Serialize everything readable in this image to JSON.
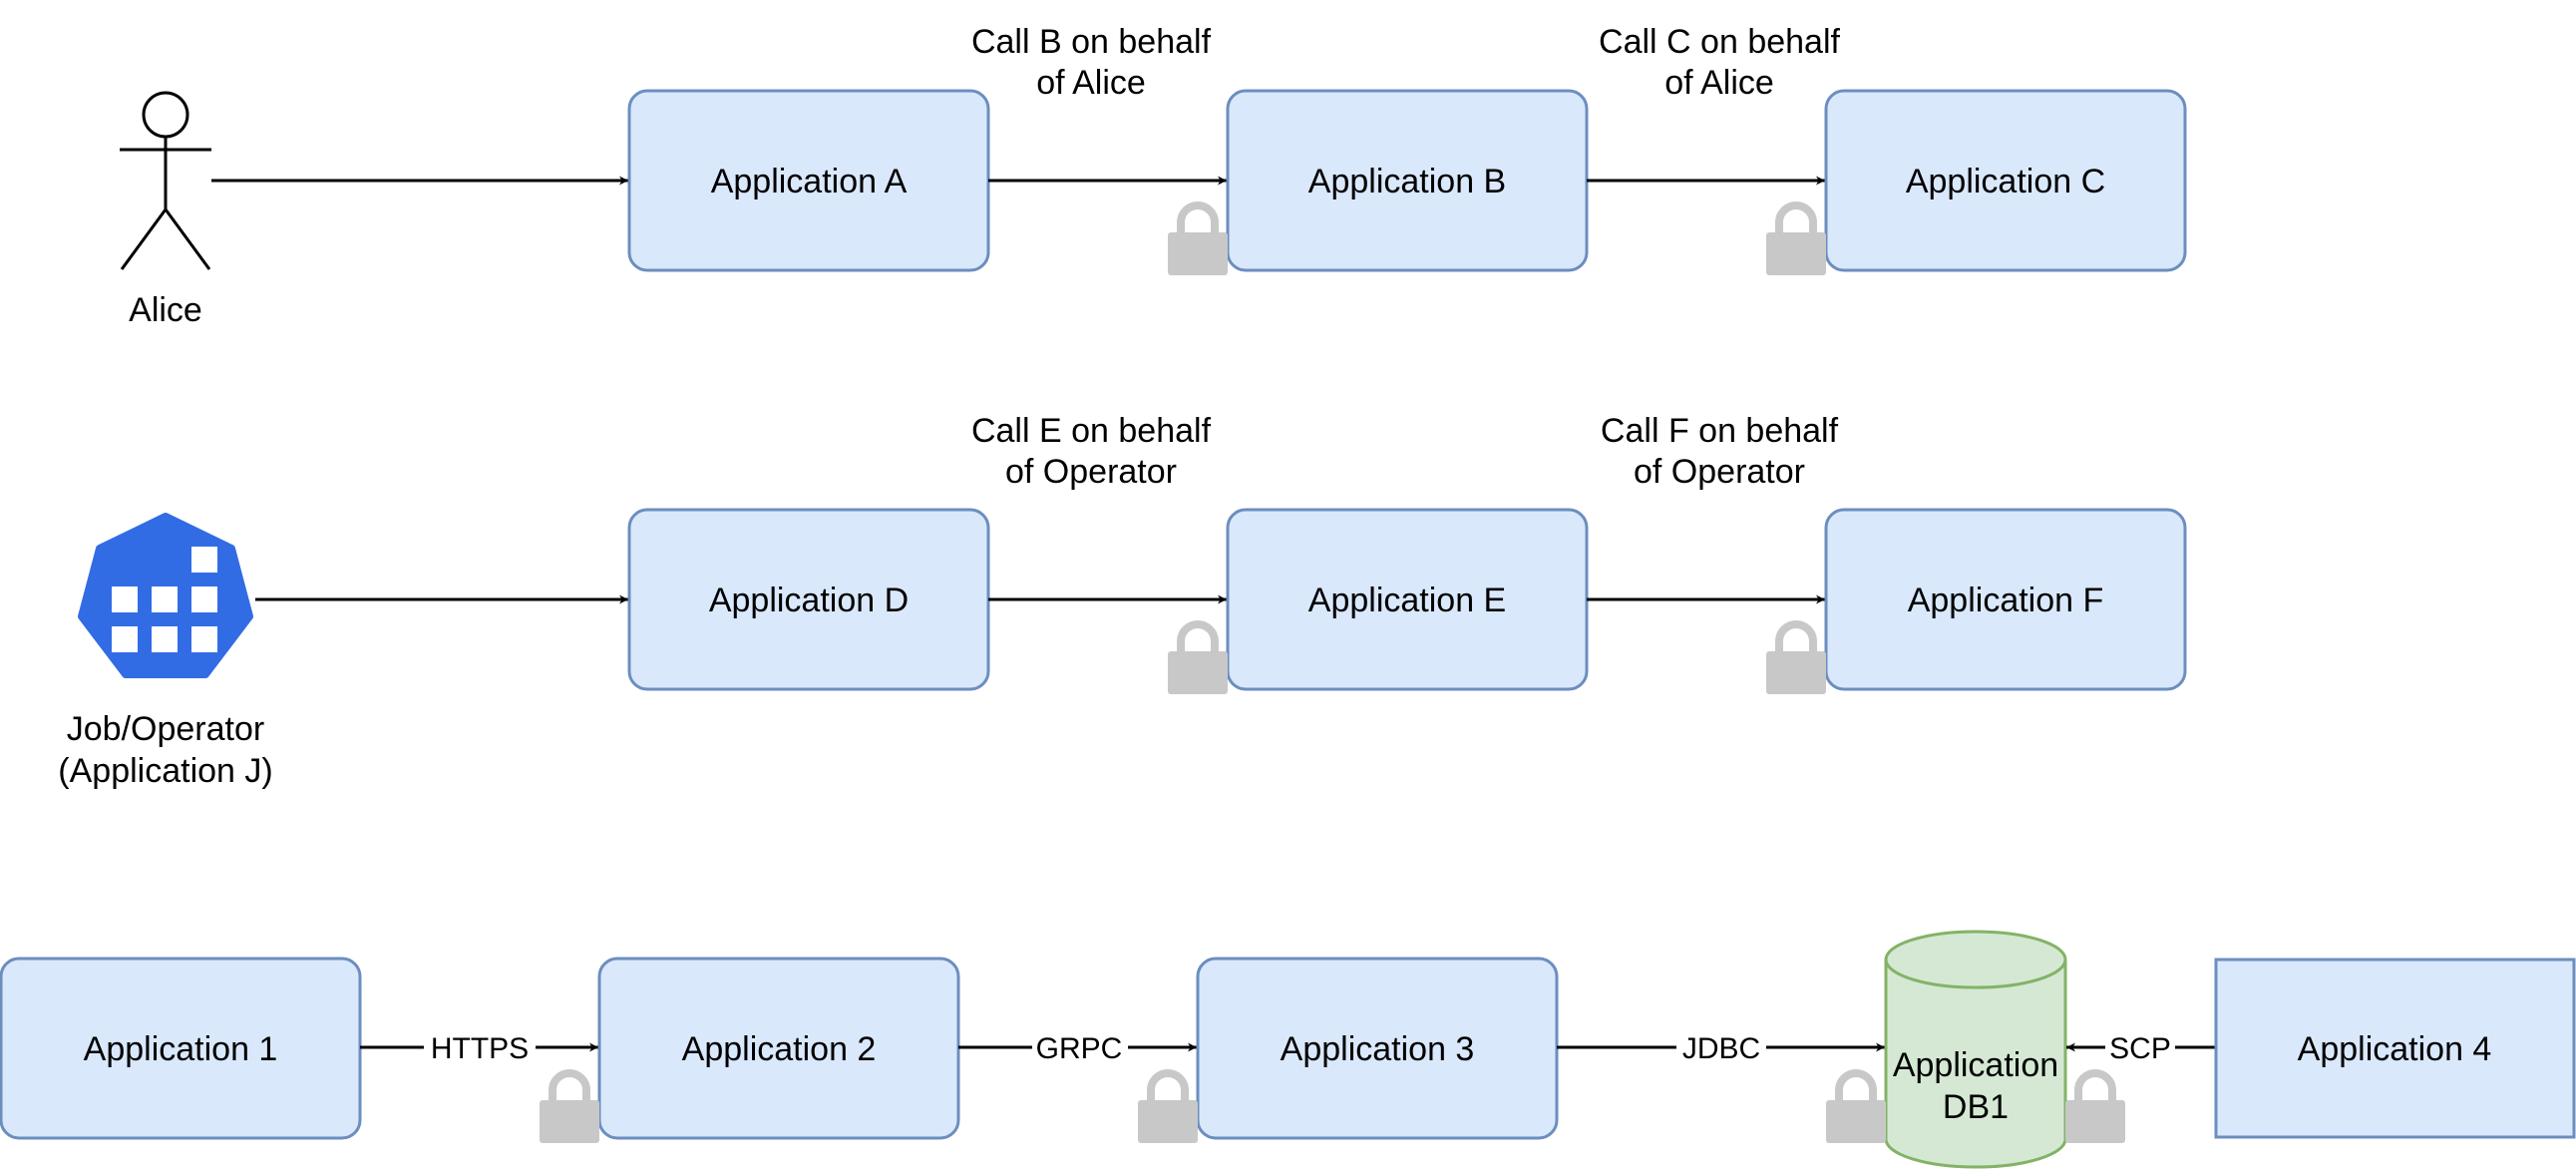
{
  "colors": {
    "box_fill": "#dae8fc",
    "box_stroke": "#6c8ebf",
    "db_fill": "#d5e8d4",
    "db_stroke": "#82b366",
    "lock": "#c8c8c8",
    "kube_blue": "#326ce5",
    "line": "#000000"
  },
  "row1": {
    "actor": {
      "label": "Alice",
      "icon": "stick-figure-icon"
    },
    "apps": [
      "Application A",
      "Application B",
      "Application C"
    ],
    "calls": [
      {
        "line1": "Call B on behalf",
        "line2": "of Alice"
      },
      {
        "line1": "Call C on behalf",
        "line2": "of Alice"
      }
    ]
  },
  "row2": {
    "actor": {
      "label_line1": "Job/Operator",
      "label_line2": "(Application J)",
      "icon": "kubernetes-job-icon"
    },
    "apps": [
      "Application D",
      "Application E",
      "Application F"
    ],
    "calls": [
      {
        "line1": "Call E on behalf",
        "line2": "of Operator"
      },
      {
        "line1": "Call F on behalf",
        "line2": "of Operator"
      }
    ]
  },
  "row3": {
    "apps": [
      "Application 1",
      "Application 2",
      "Application 3"
    ],
    "db": {
      "line1": "Application",
      "line2": "DB1"
    },
    "app4": "Application 4",
    "protocols": [
      "HTTPS",
      "GRPC",
      "JDBC",
      "SCP"
    ]
  }
}
